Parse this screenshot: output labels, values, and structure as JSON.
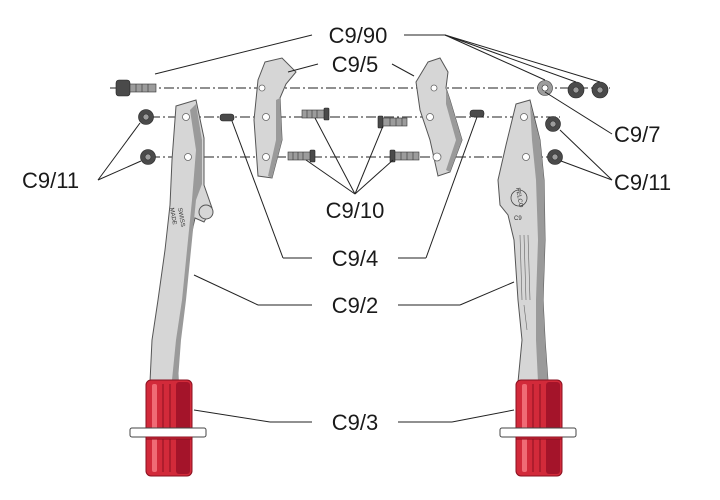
{
  "labels": {
    "c9_90": "C9/90",
    "c9_5": "C9/5",
    "c9_7": "C9/7",
    "c9_11_left": "C9/11",
    "c9_11_right": "C9/11",
    "c9_10": "C9/10",
    "c9_4": "C9/4",
    "c9_2": "C9/2",
    "c9_3": "C9/3"
  },
  "handle_markings": {
    "left_line1": "SWISS",
    "left_line2": "MADE",
    "right_brand": "FELCO",
    "right_model": "C9"
  },
  "colors": {
    "metal": "#d6d6d6",
    "grip": "#d22a3a",
    "line": "#222222"
  }
}
